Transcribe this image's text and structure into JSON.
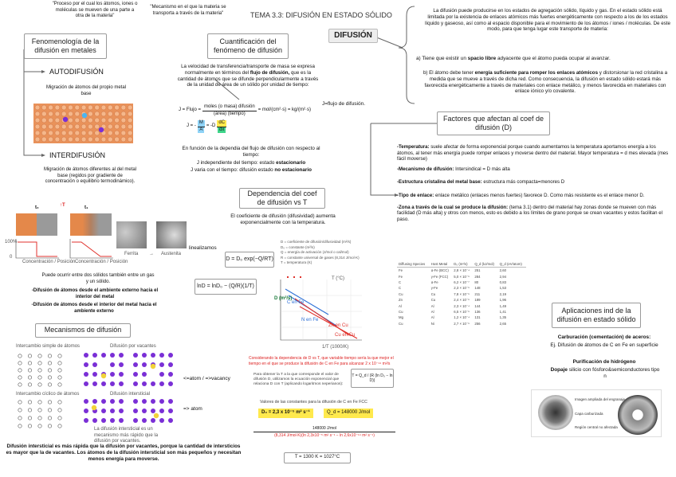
{
  "header": {
    "quote_left": "\"Proceso por el cual los átomos, iones o moléculas se mueven de una parte a otra de la materia\"",
    "quote_mid": "\"Mecanismo en el que la materia se transporta a través de la materia\"",
    "topic_title": "TEMA 3.3: DIFUSIÓN EN ESTADO SÓLIDO",
    "center_box": "DIFUSIÓN"
  },
  "fenomenologia": {
    "box": "Fenomenología de la difusión en metales",
    "auto_label": "AUTODIFUSIÓN",
    "auto_desc": "Migración de átomos del propio metal base",
    "inter_label": "INTERDIFUSIÓN",
    "inter_desc": "Migración de átomos diferentes al del metal base (regidos por gradiente de concentración o equilibrio termodinámico).",
    "t0": "t₀",
    "t1": "t₁",
    "t_up": "↑T",
    "pct100": "100%",
    "pct0": "0",
    "axis_label": "Concentración / Posición",
    "ferrite": "Ferrita",
    "arrow": "→",
    "austenite": "Austenita",
    "gas_liquid": "Puede ocurrir entre dos sólidos también entre un gas y un sólido.",
    "ext": "-Difusión de átomos desde el ambiente externo hacia el interior del metal",
    "int": "-Difusión de átomos desde el interior del metal hacia el ambiente externo"
  },
  "mecanismos": {
    "box": "Mecanismos de difusión",
    "m1": "Intercambio simple de átomos",
    "m2": "Difusión por vacantes",
    "m3": "Intercambio cíclico de átomos",
    "m4": "Difusión intersticial",
    "vac_label": "<=atom / =>vacancy",
    "atom_label": "=> atom",
    "inter_caption": "La difusión intersticial es un mecanismo más rápido que la difusión por vacantes.",
    "conclusion": "Difusión intersticial es más rápida que la difusión por vacantes, porque la cantidad de intersticios es mayor que la de vacantes. Los átomos de la difusión intersticial son más pequeños y necesitan menos energía para moverse."
  },
  "cuantificacion": {
    "box": "Cuantificación del fenómeno de difusión",
    "desc_a": "La velocidad de transferencia/transporte de masa se expresa normalmente en términos del ",
    "desc_b": "flujo de difusión,",
    "desc_c": " que es la cantidad de átomos que se difunde perpendicularmente a través de la unidad de área de un sólido por unidad de tiempo:",
    "eq1": "J = Flujo =",
    "eq1_num": "moles (o masa) difusión",
    "eq1_den": "(área) (tiempo)",
    "eq1_units": "= mol/(cm²·s) = kg/(m²·s)",
    "flux_note": "J=flujo de difusión.",
    "eq2_lhs": "J = -",
    "eq2_num": "M",
    "eq2_den": "A",
    "eq2_mid": "= -D",
    "eq2_num2": "dC",
    "eq2_den2": "dx",
    "dep_intro": "En función de la dependia del flujo de difusión con respecto al tiempo:",
    "dep1_a": "J independiente del tiempo: estado ",
    "dep1_b": "estacionario",
    "dep2_a": "J varia con el tiempo: difusión estado ",
    "dep2_b": "no estacionario"
  },
  "dependencia": {
    "box": "Dependencia del coef de difusión vs T",
    "desc": "El coeficiente de difusión (difusividad) aumenta exponencialmente con la temperatura.",
    "linealizamos": "linealizamos",
    "eq_arrh": "D = D₀ exp(−Q/RT)",
    "eq_log": "lnD = lnD₀ − (Q/R)(1/T)",
    "legend": [
      "D = coeficiente de difusión/difusividad (m²/s)",
      "D₀ = constante (m²/s)",
      "Q = energía de activación (J/mol o cal/mol)",
      "R = constante universal de gases (8,314 J/mol·K)",
      "T = temperatura (K)"
    ],
    "x_axis": "1/T (1000/K)",
    "y_axis": "D (m²/s)",
    "t_axis": "T (°C)",
    "curves": [
      "C en Fe",
      "N en Fe",
      "Zn en Cu",
      "Cu en Cu"
    ]
  },
  "ejemplo": {
    "enunciado": "Considerando la dependencia de D vs T, que variable tiempo sería la que mejor el tiempo en el que se produce la difusión de C en Fe para alcanzar 2 x 10⁻¹⁴ m²/s",
    "paso1": "Para obtener la T a la que corresponde el valor de difusión D, utilizamos la ecuación exponencial que relaciona D con T (aplicando logaritmos neperianos):",
    "eq_T": "T = Q_d / (R (ln D₀ − ln D))",
    "valores": "Valores de las constantes para la difusión de C en Fe FCC",
    "d0": "D₀ = 2,3 x 10⁻⁵ m² s⁻¹",
    "qd": "Q_d = 148000 J/mol",
    "T_num": "148000 J/mol",
    "T_den": "(8,314 J/mol·K)(ln 2,3x10⁻⁵ m² s⁻¹ − ln 2,6x10⁻¹⁴ m² s⁻¹)",
    "result": "T = 1300 K = 1027°C"
  },
  "intro": {
    "text": "La difusión puede producirse en los estados de agregación sólido, líquido y gas. En el estado sólido está limitada por la existencia de enlaces atómicos más fuertes energéticamente con respecto a los de los estados líquido y gaseoso, así como al espacio disponible para el movimiento de los átomos / iones / moléculas. De este modo, para que tenga lugar este transporte de materia:",
    "a_pre": "a) Tiene que existir un ",
    "a_bold": "spacio libre",
    "a_post": " adyacente que el átomo pueda ocupar al avanzar.",
    "b_pre": "b) El átomo debe tener ",
    "b_bold": "energía suficiente para romper los enlaces atómicos",
    "b_post": " y distorsionar la red cristalina a medida que se mueve a través de dicha red. Como consecuencia, la difusión en estado sólido estará más favorecida energéticamente a través de materiales con enlace metálico, y menos favorecida en materiales con enlace iónico y/o covalente."
  },
  "factores": {
    "box": "Factores que afectan al coef de difusión (D)",
    "f1_b": "-Temperatura:",
    "f1": " suele afectar de forma exponencial porque cuando aumentamos la temperatura aportamos energía a los átomos, al tener más energía puede romper enlaces y moverse dentro del material. Mayor temperatura = d mes elevada (mes fácil moverse)",
    "f2_b": "-Mecanismo de difusión:",
    "f2": " Intersindical = D más alta",
    "f3_b": "-Estructura cristalina del metal base:",
    "f3": " estructura más compacta=menores D",
    "f4_b": "-Tipo de enlace:",
    "f4": " enlace metálico (enlaces menos fuertes) favorece D. Como más resistente es el enlace menor D.",
    "f5_b": "-Zona a través de la cual se produce la difusión:",
    "f5": " (tema 3.1) dentro del material hay zonas donde se mueven con más facilidad (D más alta) y otros con menos, esto es debido a los límites de grano porque se crean vacantes y estos facilitan el paso."
  },
  "tabla": {
    "headers": [
      "Diffusing Species",
      "Host Metal",
      "D₀ (m²/s)",
      "Q_d (kJ/mol)",
      "Q_d (eV/atom)"
    ],
    "rows": [
      [
        "Fe",
        "α-Fe (BCC)",
        "2,8 × 10⁻⁴",
        "251",
        "2,60"
      ],
      [
        "Fe",
        "γ-Fe (FCC)",
        "5,0 × 10⁻⁵",
        "284",
        "2,94"
      ],
      [
        "C",
        "α-Fe",
        "6,2 × 10⁻⁷",
        "80",
        "0,83"
      ],
      [
        "C",
        "γ-Fe",
        "2,3 × 10⁻⁵",
        "148",
        "1,53"
      ],
      [
        "Cu",
        "Cu",
        "7,8 × 10⁻⁵",
        "211",
        "2,19"
      ],
      [
        "Zn",
        "Cu",
        "2,4 × 10⁻⁵",
        "189",
        "1,96"
      ],
      [
        "Al",
        "Al",
        "2,3 × 10⁻⁴",
        "144",
        "1,49"
      ],
      [
        "Cu",
        "Al",
        "6,5 × 10⁻⁵",
        "136",
        "1,41"
      ],
      [
        "Mg",
        "Al",
        "1,2 × 10⁻⁴",
        "131",
        "1,35"
      ],
      [
        "Cu",
        "Ni",
        "2,7 × 10⁻⁵",
        "256",
        "2,65"
      ]
    ]
  },
  "aplicaciones": {
    "box": "Aplicaciones ind de la difusión en estado sólido",
    "carb_title": "Carburación (cementación) de aceros:",
    "carb_desc": "Ej. Difusión de átomos de C en Fe en superficie",
    "pur_title": "Purificación de hidrógeno",
    "dop_title": "Dopaje",
    "dop_desc": " silicio con fósforo&semiconductores tipo n",
    "img_caption1": "Imagen ampliada del engranaje",
    "img_caption2": "Capa carburizada",
    "img_caption3": "Región central no afectada"
  },
  "colors": {
    "orange": "#e4884a",
    "gray": "#b9b9b9",
    "purple": "#7a2fd6",
    "yellow": "#ffe94d",
    "green": "#3fd58a",
    "blue": "#8fd3f7",
    "red": "#e0322c"
  }
}
